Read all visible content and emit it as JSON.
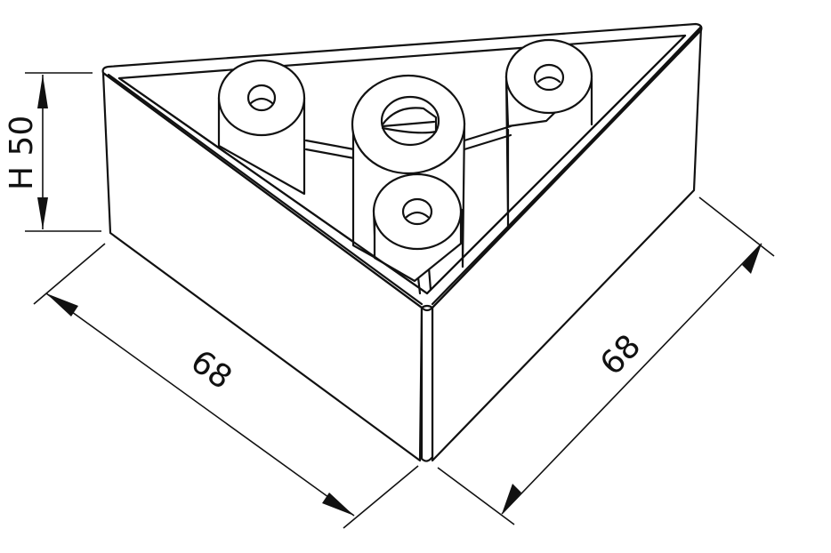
{
  "drawing": {
    "subject": "triangular furniture leg / corner foot, isometric line drawing",
    "colors": {
      "line": "#111111",
      "background": "#ffffff"
    }
  },
  "dimensions": {
    "height": {
      "label": "H 50",
      "value": 50,
      "prefix": "H"
    },
    "left_side": {
      "label": "68",
      "value": 68
    },
    "right_side": {
      "label": "68",
      "value": 68
    }
  },
  "features": {
    "bosses": [
      {
        "name": "boss-top-left",
        "hole": "small"
      },
      {
        "name": "boss-center",
        "hole": "large-d-shaped"
      },
      {
        "name": "boss-front",
        "hole": "small"
      },
      {
        "name": "boss-top-right",
        "hole": "small"
      }
    ]
  }
}
